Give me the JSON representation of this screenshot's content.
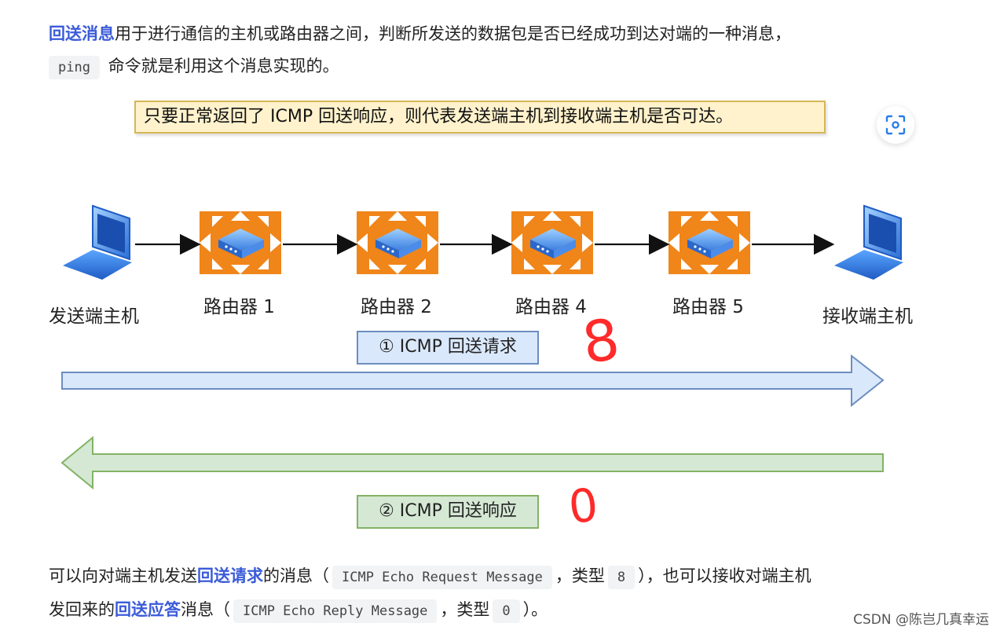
{
  "intro": {
    "term": "回送消息",
    "text1": "用于进行通信的主机或路由器之间，判断所发送的数据包是否已经成功到达对端的一种消息，",
    "code": "ping",
    "text2": "命令就是利用这个消息实现的。"
  },
  "diagram": {
    "note": "只要正常返回了 ICMP 回送响应，则代表发送端主机到接收端主机是否可达。",
    "sender_label": "发送端主机",
    "receiver_label": "接收端主机",
    "routers": [
      "路由器 1",
      "路由器 2",
      "路由器 4",
      "路由器 5"
    ],
    "request_label": "① ICMP 回送请求",
    "reply_label": "② ICMP 回送响应",
    "annotations": {
      "request_type": "8",
      "reply_type": "0"
    },
    "colors": {
      "router": "#f08519",
      "request_arrow_fill": "#dae8fc",
      "request_arrow_stroke": "#6c8ebf",
      "reply_arrow_fill": "#d5e8d4",
      "reply_arrow_stroke": "#82b366",
      "annotation": "#ff2a2a"
    }
  },
  "image_tool": {
    "icon": "scan-icon"
  },
  "outro": {
    "t1": "可以向对端主机发送",
    "term1": "回送请求",
    "t2": "的消息（",
    "code1": "ICMP Echo Request Message",
    "t3": "，类型",
    "code2": "8",
    "t4": "），也可以接收对端主机",
    "t5": "发回来的",
    "term2": "回送应答",
    "t6": "消息（",
    "code3": "ICMP Echo Reply Message",
    "t7": "，类型",
    "code4": "0",
    "t8": "）。"
  },
  "watermark": "CSDN @陈岂几真幸运"
}
